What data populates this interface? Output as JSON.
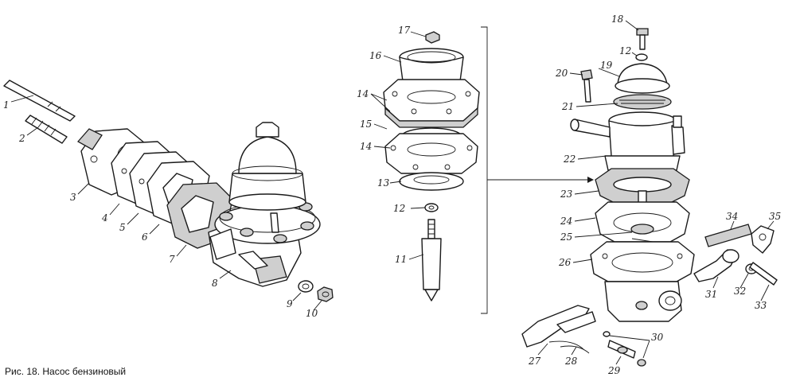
{
  "caption": "Рис. 18. Насос бензиновый",
  "callouts": [
    "1",
    "2",
    "3",
    "4",
    "5",
    "6",
    "7",
    "8",
    "9",
    "10",
    "11",
    "12",
    "13",
    "14",
    "15",
    "16",
    "17",
    "18",
    "19",
    "20",
    "21",
    "22",
    "23",
    "24",
    "25",
    "26",
    "27",
    "28",
    "29",
    "30",
    "31",
    "32",
    "33",
    "34",
    "35"
  ]
}
